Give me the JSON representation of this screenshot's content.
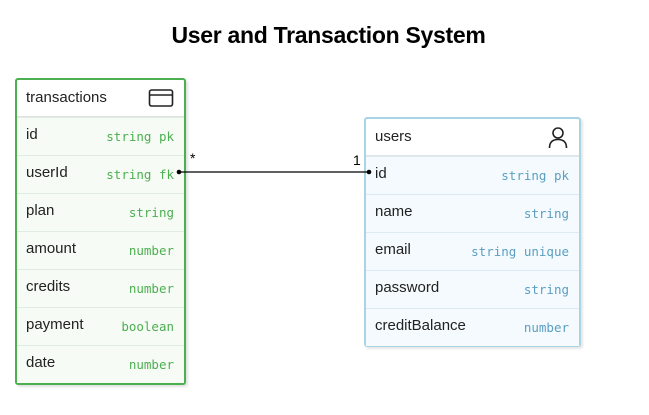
{
  "title": "User and Transaction System",
  "entities": {
    "transactions": {
      "name": "transactions",
      "icon": "table-icon",
      "color": "#4caf50",
      "fields": [
        {
          "name": "id",
          "type": "string pk"
        },
        {
          "name": "userId",
          "type": "string fk"
        },
        {
          "name": "plan",
          "type": "string"
        },
        {
          "name": "amount",
          "type": "number"
        },
        {
          "name": "credits",
          "type": "number"
        },
        {
          "name": "payment",
          "type": "boolean"
        },
        {
          "name": "date",
          "type": "number"
        }
      ]
    },
    "users": {
      "name": "users",
      "icon": "user-icon",
      "color": "#a8d4e6",
      "fields": [
        {
          "name": "id",
          "type": "string pk"
        },
        {
          "name": "name",
          "type": "string"
        },
        {
          "name": "email",
          "type": "string unique"
        },
        {
          "name": "password",
          "type": "string"
        },
        {
          "name": "creditBalance",
          "type": "number"
        }
      ]
    }
  },
  "relation": {
    "from": "transactions.userId",
    "to": "users.id",
    "from_cardinality": "*",
    "to_cardinality": "1"
  }
}
